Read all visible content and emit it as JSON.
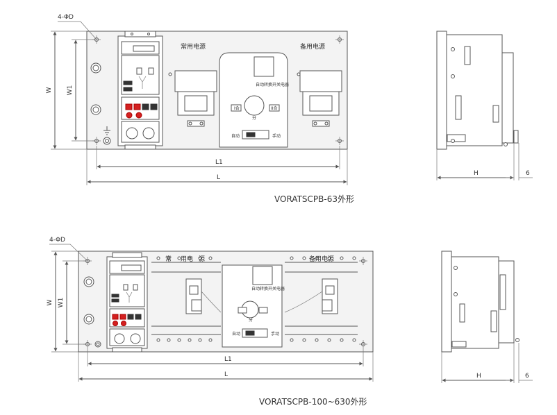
{
  "diagram_top": {
    "caption": "VORATSCPB-63外形",
    "hole_label": "4-ΦD",
    "dim_w": "W",
    "dim_w1": "W1",
    "dim_l1": "L1",
    "dim_l": "L",
    "dim_h": "H",
    "dim_6": "6",
    "label_normal_power": "常用电源",
    "label_backup_power": "备用电源",
    "label_auto_switch": "自动转换开关电器",
    "label_auto": "自动",
    "label_manual": "手动",
    "label_i_on": "I合",
    "label_ii_on": "II合",
    "label_off": "分"
  },
  "diagram_bottom": {
    "caption": "VORATSCPB-100~630外形",
    "hole_label": "4-ΦD",
    "dim_w": "W",
    "dim_w1": "W1",
    "dim_l1": "L1",
    "dim_l": "L",
    "dim_h": "H",
    "dim_6": "6",
    "label_normal_a": "常",
    "label_normal_b": "用电",
    "label_normal_c": "源",
    "label_backup_power": "备用电源",
    "label_auto_switch": "自动转换开关电器",
    "label_auto": "自动",
    "label_manual": "手动",
    "label_off": "分"
  }
}
